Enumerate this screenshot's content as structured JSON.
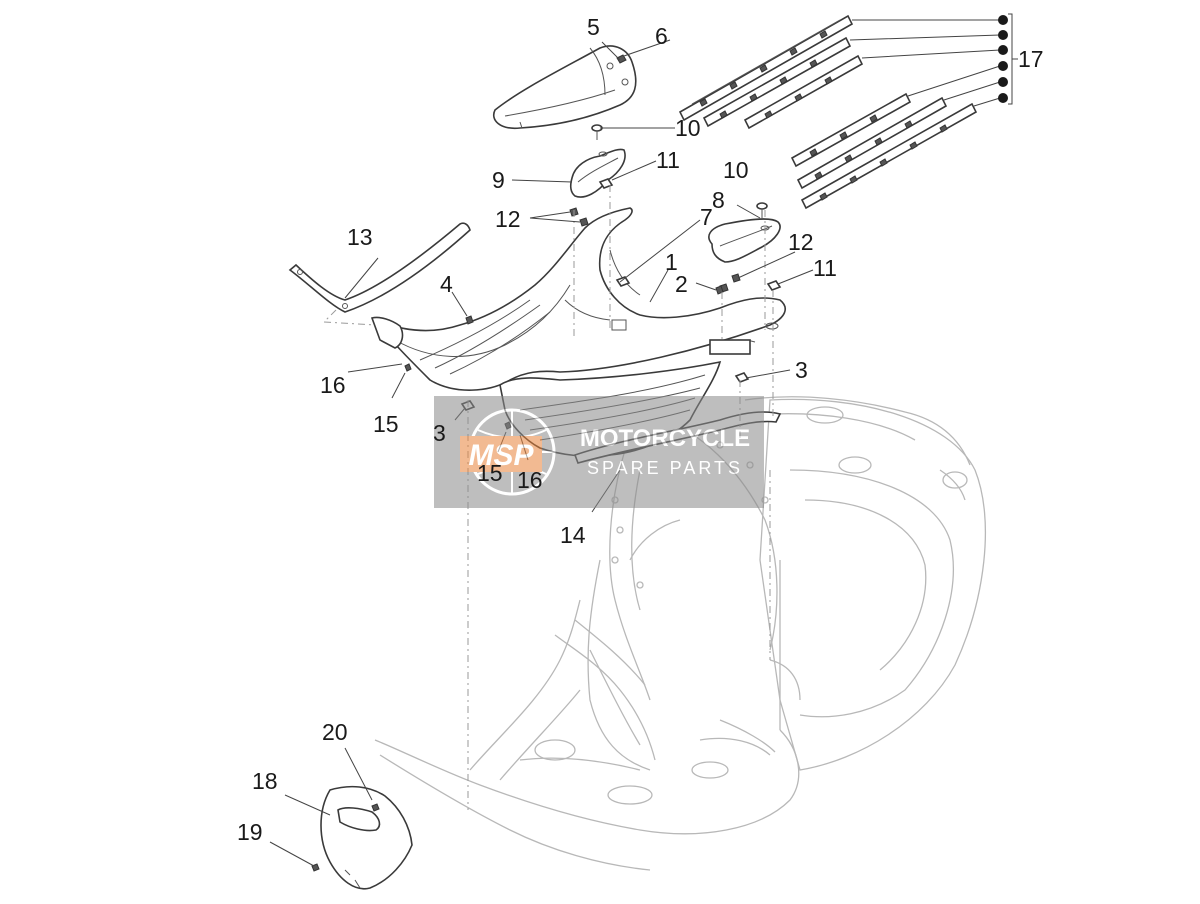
{
  "callouts": [
    {
      "id": "c1",
      "text": "1"
    },
    {
      "id": "c2",
      "text": "2"
    },
    {
      "id": "c3a",
      "text": "3"
    },
    {
      "id": "c3b",
      "text": "3"
    },
    {
      "id": "c4",
      "text": "4"
    },
    {
      "id": "c5",
      "text": "5"
    },
    {
      "id": "c6",
      "text": "6"
    },
    {
      "id": "c7",
      "text": "7"
    },
    {
      "id": "c8",
      "text": "8"
    },
    {
      "id": "c9",
      "text": "9"
    },
    {
      "id": "c10a",
      "text": "10"
    },
    {
      "id": "c10b",
      "text": "10"
    },
    {
      "id": "c11a",
      "text": "11"
    },
    {
      "id": "c11b",
      "text": "11"
    },
    {
      "id": "c12a",
      "text": "12"
    },
    {
      "id": "c12b",
      "text": "12"
    },
    {
      "id": "c13",
      "text": "13"
    },
    {
      "id": "c14",
      "text": "14"
    },
    {
      "id": "c15a",
      "text": "15"
    },
    {
      "id": "c15b",
      "text": "15"
    },
    {
      "id": "c16a",
      "text": "16"
    },
    {
      "id": "c16b",
      "text": "16"
    },
    {
      "id": "c17",
      "text": "17"
    },
    {
      "id": "c18",
      "text": "18"
    },
    {
      "id": "c19",
      "text": "19"
    },
    {
      "id": "c20",
      "text": "20"
    }
  ],
  "watermark": {
    "logo": "MSP",
    "line1": "MOTORCYCLE",
    "line2": "SPARE PARTS",
    "box_color": "#8a8a8a",
    "logo_color": "#e8833a"
  }
}
